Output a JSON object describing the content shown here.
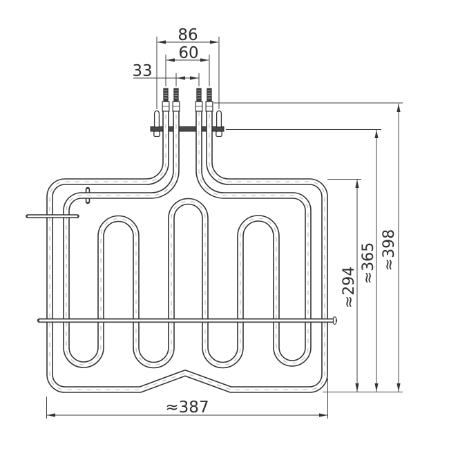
{
  "drawing": {
    "subject": "grill-heating-element-dimensioned-drawing",
    "colors": {
      "line": "#333333",
      "dimension": "#3d3d3d",
      "tube_centerline_dash": "#b8b8b8",
      "bracket_fill": "#4a4a4a",
      "stud_fill": "#3f3f3f",
      "background": "#ffffff"
    },
    "dimensions": {
      "stud_spacing": "86",
      "terminal_outer_spacing": "60",
      "terminal_inner_spacing": "33",
      "body_height": "≈294",
      "height_from_bracket": "≈365",
      "overall_height": "≈398",
      "overall_width": "≈387"
    }
  }
}
